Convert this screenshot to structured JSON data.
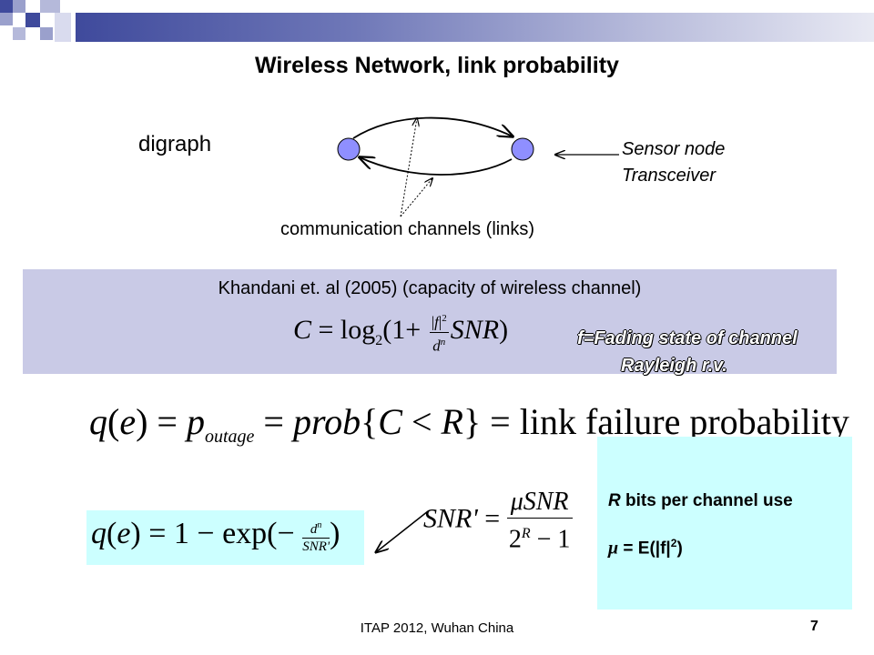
{
  "slide": {
    "title": "Wireless Network, link probability",
    "digraph_label": "digraph",
    "sensor_node": "Sensor node",
    "transceiver": "Transceiver",
    "channels_label": "communication channels (links)",
    "citation": "Khandani et. al  (2005) (capacity of wireless channel)",
    "fading_line1": "f=Fading state of channel",
    "fading_line2": "Rayleigh r.v.",
    "info_rate": "bits per channel use",
    "info_rate_var": "R",
    "info_mu_rest": " = E(|f|",
    "footer": "ITAP 2012, Wuhan China",
    "page_number": "7"
  },
  "formulas": {
    "capacity": "C = log_2(1 + |f|^2 / d^n · SNR)",
    "outage": "q(e) = p_outage = prob{C < R} = link failure probability",
    "snr_prime": "SNR' = μSNR / (2^R − 1)",
    "q_exp": "q(e) = 1 − exp(− d^n / SNR')"
  },
  "colors": {
    "panel": "#c9cae6",
    "info_box": "#ccffff",
    "node": "#8f8fff"
  }
}
